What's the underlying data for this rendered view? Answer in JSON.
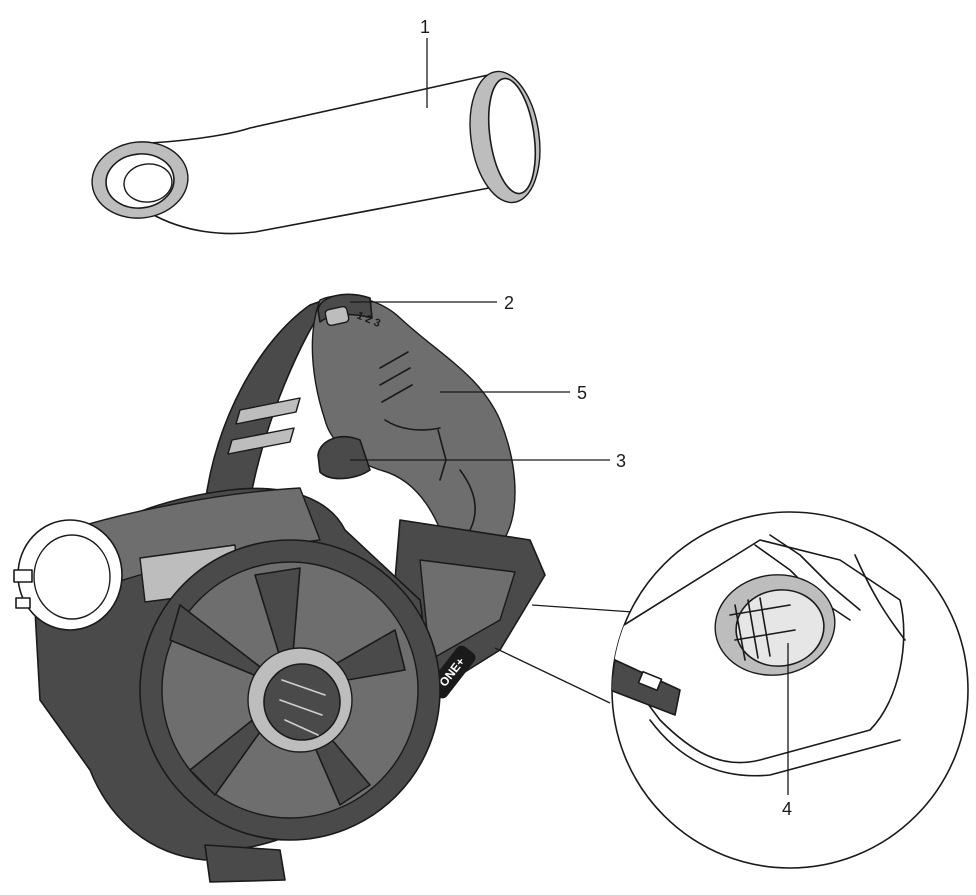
{
  "callouts": [
    {
      "id": "1",
      "label": "1"
    },
    {
      "id": "2",
      "label": "2"
    },
    {
      "id": "3",
      "label": "3"
    },
    {
      "id": "4",
      "label": "4"
    },
    {
      "id": "5",
      "label": "5"
    }
  ],
  "speed_dial": {
    "text": "1 2 3"
  },
  "battery_logo": {
    "text": "ONE+"
  }
}
